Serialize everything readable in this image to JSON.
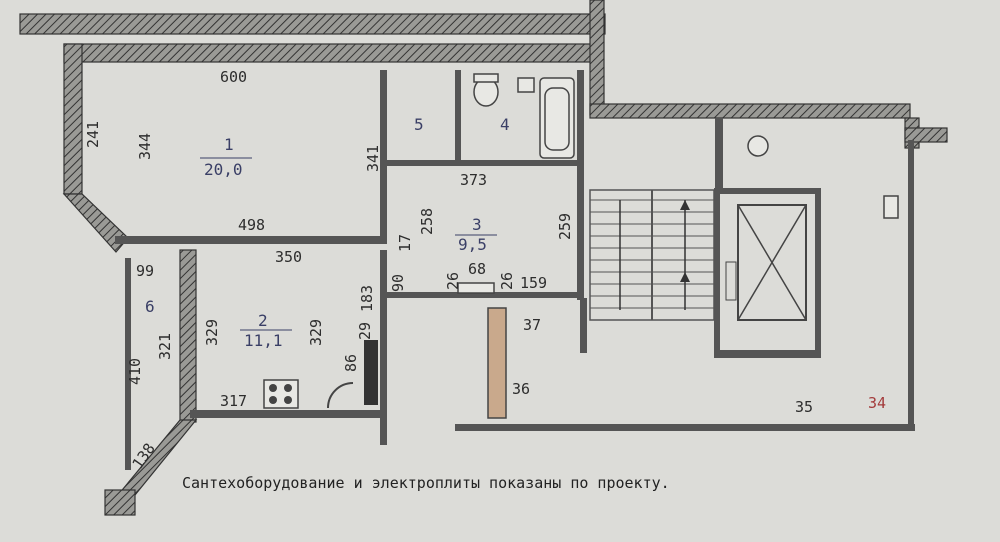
{
  "plan": {
    "rooms": [
      {
        "id": "1",
        "area": "20,0"
      },
      {
        "id": "2",
        "area": "11,1"
      },
      {
        "id": "3",
        "area": "9,5"
      },
      {
        "id": "4",
        "area": ""
      },
      {
        "id": "5",
        "area": ""
      },
      {
        "id": "6",
        "area": ""
      }
    ],
    "dimensions": {
      "d600": "600",
      "d241": "241",
      "d344": "344",
      "d498": "498",
      "d350": "350",
      "d341": "341",
      "d373": "373",
      "d258": "258",
      "d259": "259",
      "d17": "17",
      "d99": "99",
      "d329a": "329",
      "d329b": "329",
      "d321": "321",
      "d410": "410",
      "d138": "138",
      "d183": "183",
      "d90": "90",
      "d26a": "26",
      "d68": "68",
      "d26b": "26",
      "d159": "159",
      "d29": "29",
      "d86": "86",
      "d317": "317",
      "d37": "37",
      "d36": "36",
      "d35": "35",
      "d34": "34"
    },
    "caption": "Сантехоборудование и электроплиты показаны по проекту."
  }
}
